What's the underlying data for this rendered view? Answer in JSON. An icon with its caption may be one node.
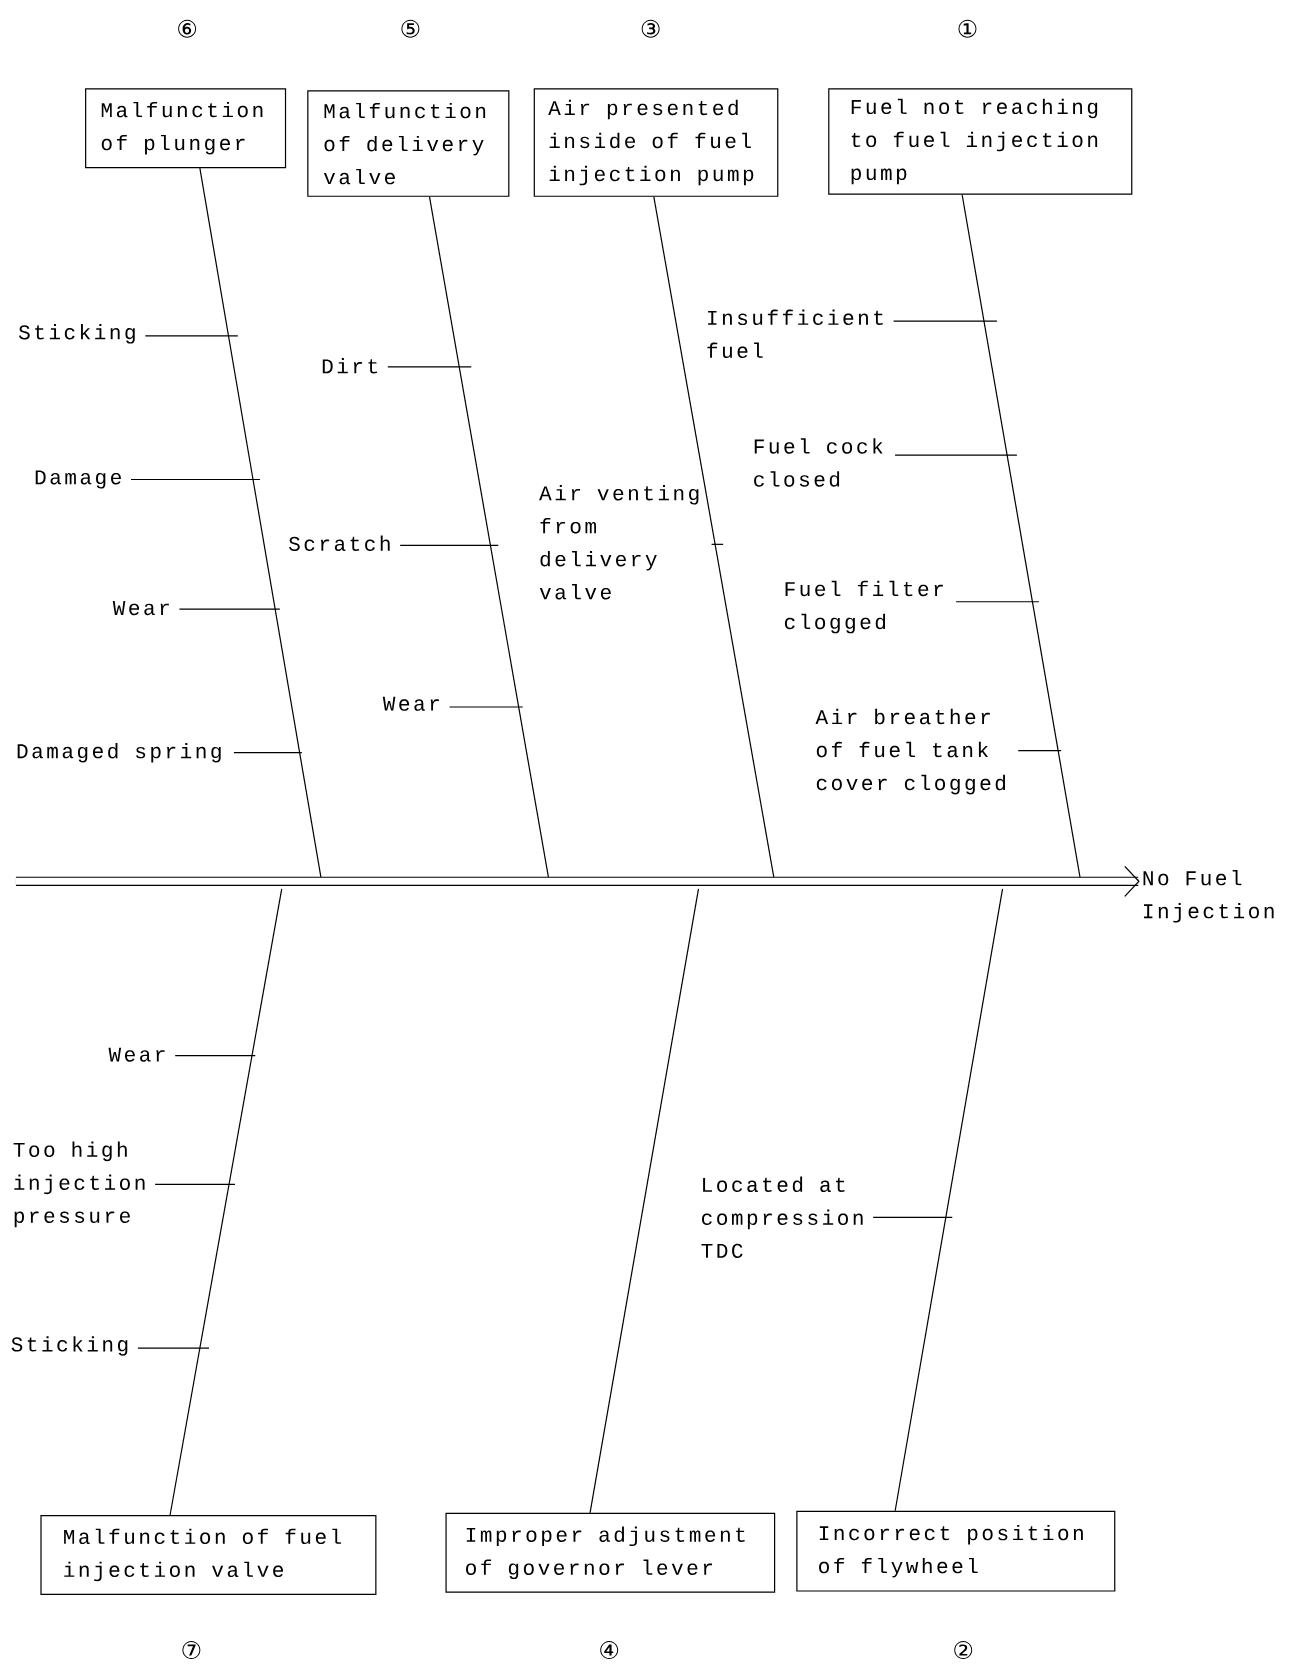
{
  "diagram": {
    "nodes": [
      {
        "text": [
          "Malfunction of plunger"
        ]
      },
      {
        "text": [
          "Malfunction of delivery valve"
        ]
      },
      {
        "text": [
          "Air presented inside of fuel injection pump"
        ]
      },
      {
        "text": [
          "Fuel not reaching to fuel injection pump"
        ]
      },
      {
        "text": [
          "Insufficient fuel"
        ]
      },
      {
        "text": [
          "Sticking"
        ]
      },
      {
        "text": [
          "Dirt"
        ]
      },
      {
        "text": [
          "Fuel cock closed"
        ]
      },
      {
        "text": [
          "Damage"
        ]
      },
      {
        "text": [
          "Air venting from delivery valve"
        ]
      },
      {
        "text": [
          "Scratch"
        ]
      },
      {
        "text": [
          "Fuel filter clogged"
        ]
      },
      {
        "text": [
          "Wear"
        ]
      },
      {
        "text": [
          "Wear"
        ]
      },
      {
        "text": [
          "Air breather of fuel tank cover clogged"
        ]
      },
      {
        "text": [
          "Damaged spring"
        ]
      },
      {
        "text": [
          "No Fuel Injection"
        ]
      },
      {
        "text": [
          "Wear"
        ]
      },
      {
        "text": [
          "Too high injection pressure"
        ]
      },
      {
        "text": [
          "Located at compression TDC"
        ]
      },
      {
        "text": [
          "Sticking"
        ]
      },
      {
        "text": [
          "Malfunction of fuel injection valve"
        ]
      },
      {
        "text": [
          "Improper adjustment of governor lever"
        ]
      },
      {
        "text": [
          "Incorrect position of flywheel"
        ]
      }
    ],
    "edges": [
      {
        "from": 0,
        "to": null,
        "arrow": "none"
      },
      {
        "from": 1,
        "to": null,
        "arrow": "none"
      },
      {
        "from": 2,
        "to": null,
        "arrow": "none"
      },
      {
        "from": 3,
        "to": null,
        "arrow": "none"
      },
      {
        "from": 21,
        "to": null,
        "arrow": "none"
      },
      {
        "from": 22,
        "to": null,
        "arrow": "none"
      },
      {
        "from": 23,
        "to": null,
        "arrow": "none"
      },
      {
        "from": 4,
        "to": null,
        "arrow": "none"
      },
      {
        "from": 5,
        "to": null,
        "arrow": "none"
      },
      {
        "from": 6,
        "to": null,
        "arrow": "none"
      },
      {
        "from": 7,
        "to": null,
        "arrow": "none"
      },
      {
        "from": 8,
        "to": null,
        "arrow": "none"
      },
      {
        "from": 9,
        "to": null,
        "arrow": "none"
      },
      {
        "from": 10,
        "to": null,
        "arrow": "none"
      },
      {
        "from": 11,
        "to": null,
        "arrow": "none"
      },
      {
        "from": 12,
        "to": null,
        "arrow": "none"
      },
      {
        "from": 13,
        "to": null,
        "arrow": "none"
      },
      {
        "from": 14,
        "to": null,
        "arrow": "none"
      },
      {
        "from": 15,
        "to": null,
        "arrow": "none"
      },
      {
        "from": 17,
        "to": null,
        "arrow": "none"
      },
      {
        "from": 18,
        "to": null,
        "arrow": "none"
      },
      {
        "from": 19,
        "to": null,
        "arrow": "none"
      },
      {
        "from": 20,
        "to": null,
        "arrow": "none"
      },
      {
        "from": null,
        "to": 16,
        "arrow": "to",
        "style": "thick"
      }
    ],
    "labels": [
      "⑥",
      "⑤",
      "③",
      "①",
      "⑦",
      "④",
      "②"
    ]
  }
}
